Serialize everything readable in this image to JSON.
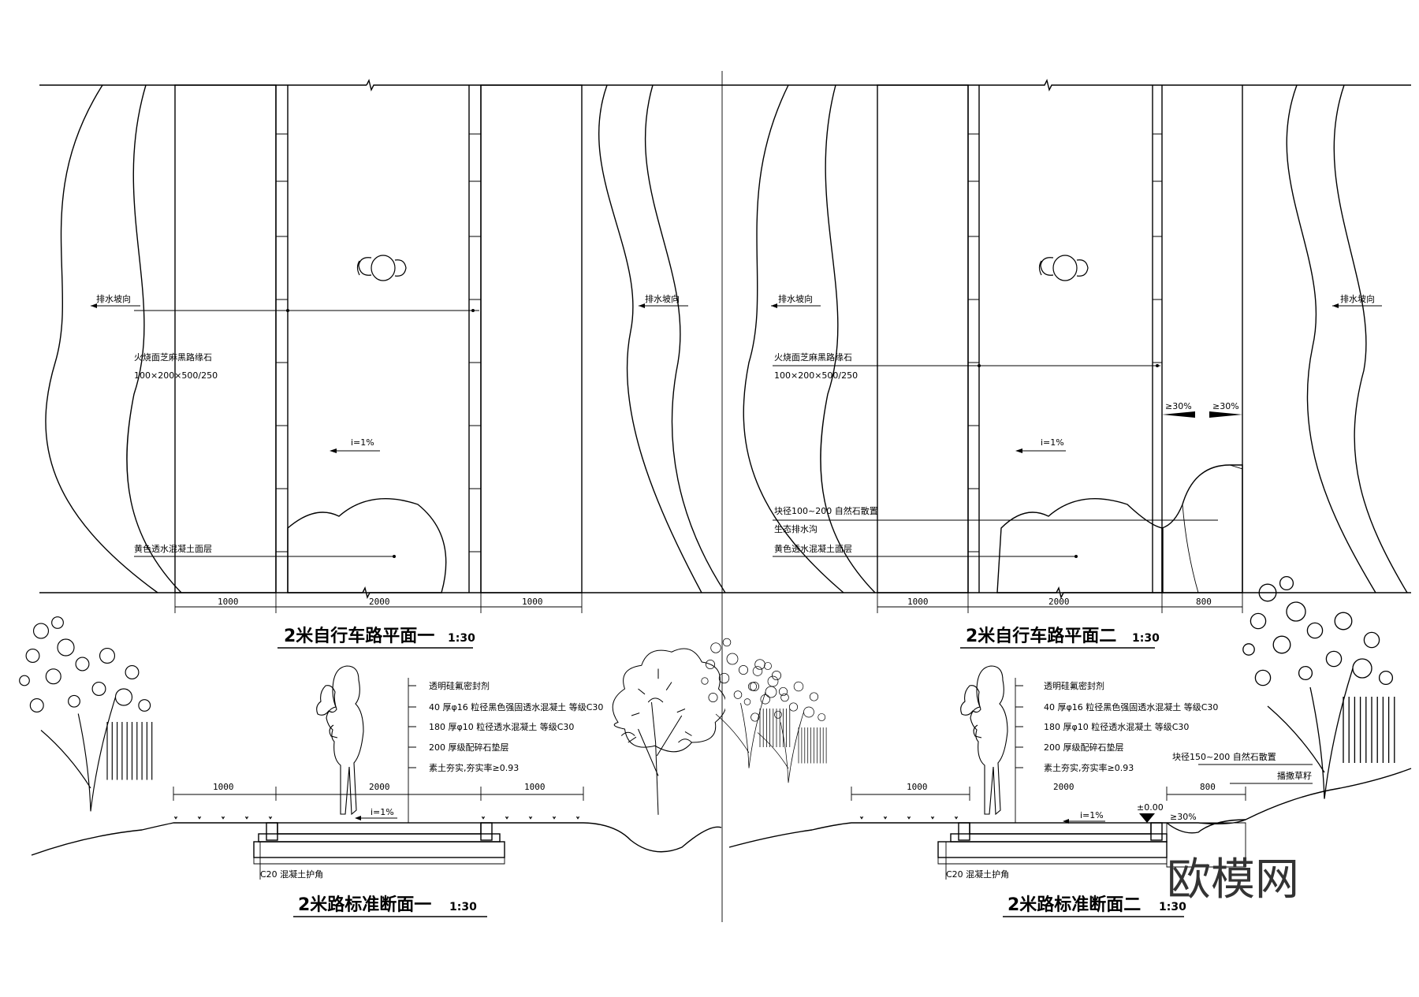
{
  "plan1": {
    "drain_left": "排水坡向",
    "drain_right": "排水坡向",
    "curb_name": "火烧面芝麻黑路缘石",
    "curb_size": "100×200×500/250",
    "slope": "i=1%",
    "surface": "黄色透水混凝土面层",
    "dims": [
      "1000",
      "2000",
      "1000"
    ],
    "title": "2米自行车路平面一",
    "scale": "1:30"
  },
  "plan2": {
    "drain_left": "排水坡向",
    "drain_right": "排水坡向",
    "curb_name": "火烧面芝麻黑路缘石",
    "curb_size": "100×200×500/250",
    "slope": "i=1%",
    "grade_a": "≥30%",
    "grade_b": "≥30%",
    "stone": "块径100~200    自然石散置",
    "eco_ditch": "生态排水沟",
    "surface": "黄色透水混凝土面层",
    "dims": [
      "1000",
      "2000",
      "800"
    ],
    "title": "2米自行车路平面二",
    "scale": "1:30"
  },
  "section1": {
    "layers": [
      "透明硅氟密封剂",
      "40 厚φ16 粒径黑色强固透水混凝土 等级C30",
      "180 厚φ10 粒径透水混凝土 等级C30",
      "200 厚级配碎石垫层",
      "素土夯实,夯实率≥0.93"
    ],
    "dims": [
      "1000",
      "2000",
      "1000"
    ],
    "slope": "i=1%",
    "corner": "C20 混凝土护角",
    "title": "2米路标准断面一",
    "scale": "1:30"
  },
  "section2": {
    "layers": [
      "透明硅氟密封剂",
      "40 厚φ16 粒径黑色强固透水混凝土 等级C30",
      "180 厚φ10 粒径透水混凝土 等级C30",
      "200 厚级配碎石垫层",
      "素土夯实,夯实率≥0.93"
    ],
    "dims": [
      "1000",
      "2000",
      "800"
    ],
    "stone": "块径150~200    自然石散置",
    "grass": "播撒草籽",
    "elev": "±0.00",
    "slope": "i=1%",
    "grade": "≥30%",
    "corner": "C20 混凝土护角",
    "title": "2米路标准断面二",
    "scale": "1:30"
  },
  "watermark": "欧模网",
  "icons": [
    "bicycle-rider-icon",
    "woman-holding-child-icon",
    "tree-icon",
    "shrub-icon",
    "grass-icon"
  ]
}
